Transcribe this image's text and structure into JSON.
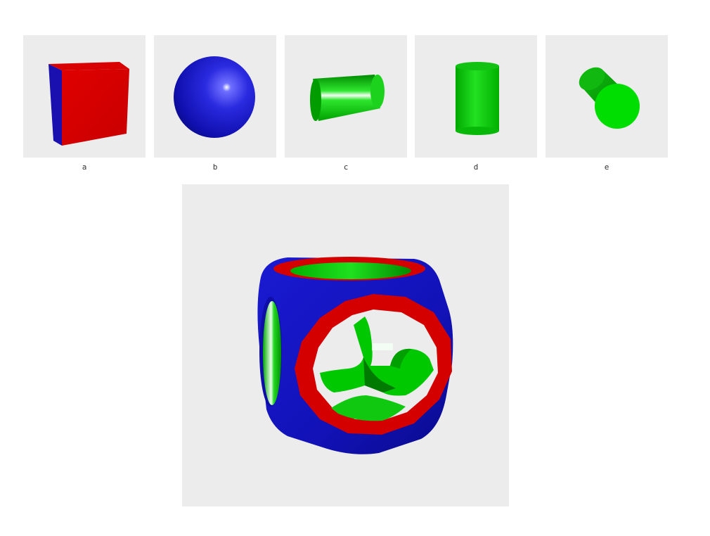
{
  "panels": [
    {
      "id": "a",
      "label": "a",
      "shape": "cube",
      "color": "#d40000"
    },
    {
      "id": "b",
      "label": "b",
      "shape": "sphere",
      "color": "#1010c8"
    },
    {
      "id": "c",
      "label": "c",
      "shape": "cylinder-x",
      "color": "#00d400"
    },
    {
      "id": "d",
      "label": "d",
      "shape": "cylinder-y",
      "color": "#00d400"
    },
    {
      "id": "e",
      "label": "e",
      "shape": "cylinder-z",
      "color": "#00d400"
    }
  ],
  "result": {
    "shape": "csg-result",
    "colors": {
      "outer": "#1010c8",
      "rim": "#d40000",
      "inner": "#00c800"
    }
  },
  "background_color": "#ececec"
}
